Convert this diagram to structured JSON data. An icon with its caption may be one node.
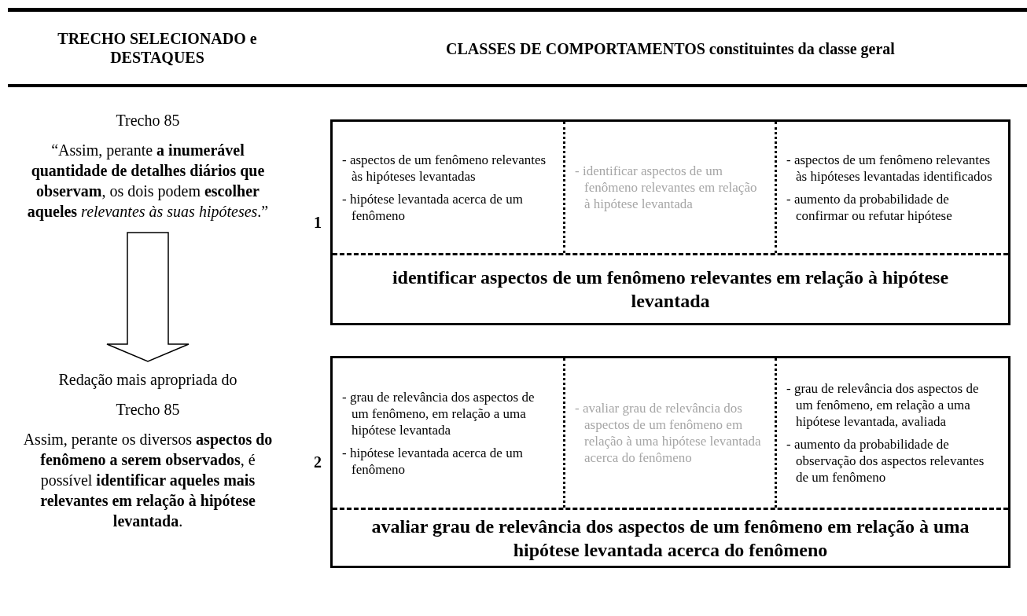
{
  "diagram": {
    "nodes": [
      {
        "text": [
          "Trecho 85",
          "“Assim, perante **a inumerável quantidade de detalhes diários que observam**, os dois podem **escolher aqueles** *relevantes às suas hipóteses*.”"
        ]
      },
      {
        "text": [
          "Redação mais apropriada do",
          "Trecho 85",
          "Assim, perante os diversos **aspectos do fenômeno a serem observados**, é possível **identificar aqueles mais relevantes em relação à hipótese levantada**."
        ]
      },
      {
        "text": [],
        "shape": "box",
        "beside": [
          "1"
        ]
      },
      {
        "text": [
          "- aspectos de um fenômeno relevantes às hipóteses levantadas",
          "- hipótese levantada acerca de um fenômeno"
        ],
        "in": 2
      },
      {
        "text": [
          "- identificar aspectos de um fenômeno relevantes em relação à hipótese levantada"
        ],
        "in": 2
      },
      {
        "text": [
          "- aspectos de um fenômeno relevantes às hipóteses levantadas identificados",
          "- aumento da probabilidade de confirmar ou refutar hipótese"
        ],
        "in": 2
      },
      {
        "text": [
          "identificar aspectos de um fenômeno relevantes em relação à hipótese levantada"
        ],
        "in": 2
      },
      {
        "text": [],
        "shape": "box",
        "beside": [
          "2"
        ]
      },
      {
        "text": [
          "- grau de relevância dos aspectos de um fenômeno, em relação a uma hipótese levantada",
          "- hipótese levantada acerca de um fenômeno"
        ],
        "in": 7
      },
      {
        "text": [
          "- avaliar grau de relevância dos aspectos de um fenômeno em relação à uma hipótese levantada acerca do fenômeno"
        ],
        "in": 7
      },
      {
        "text": [
          "- grau de relevância dos aspectos de um fenômeno, em relação a uma hipótese levantada, avaliada",
          "- aumento da probabilidade de observação dos aspectos relevantes de um fenômeno"
        ],
        "in": 7
      },
      {
        "text": [
          "avaliar grau de relevância dos aspectos de um fenômeno em relação à uma hipótese levantada acerca do fenômeno"
        ],
        "in": 7
      }
    ],
    "edges": [
      {
        "from": 0,
        "to": 1,
        "arrow": "to"
      }
    ],
    "labels": [
      "TRECHO SELECIONADO e DESTAQUES",
      "**CLASSES DE COMPORTAMENTOS** constituintes da classe geral"
    ]
  }
}
